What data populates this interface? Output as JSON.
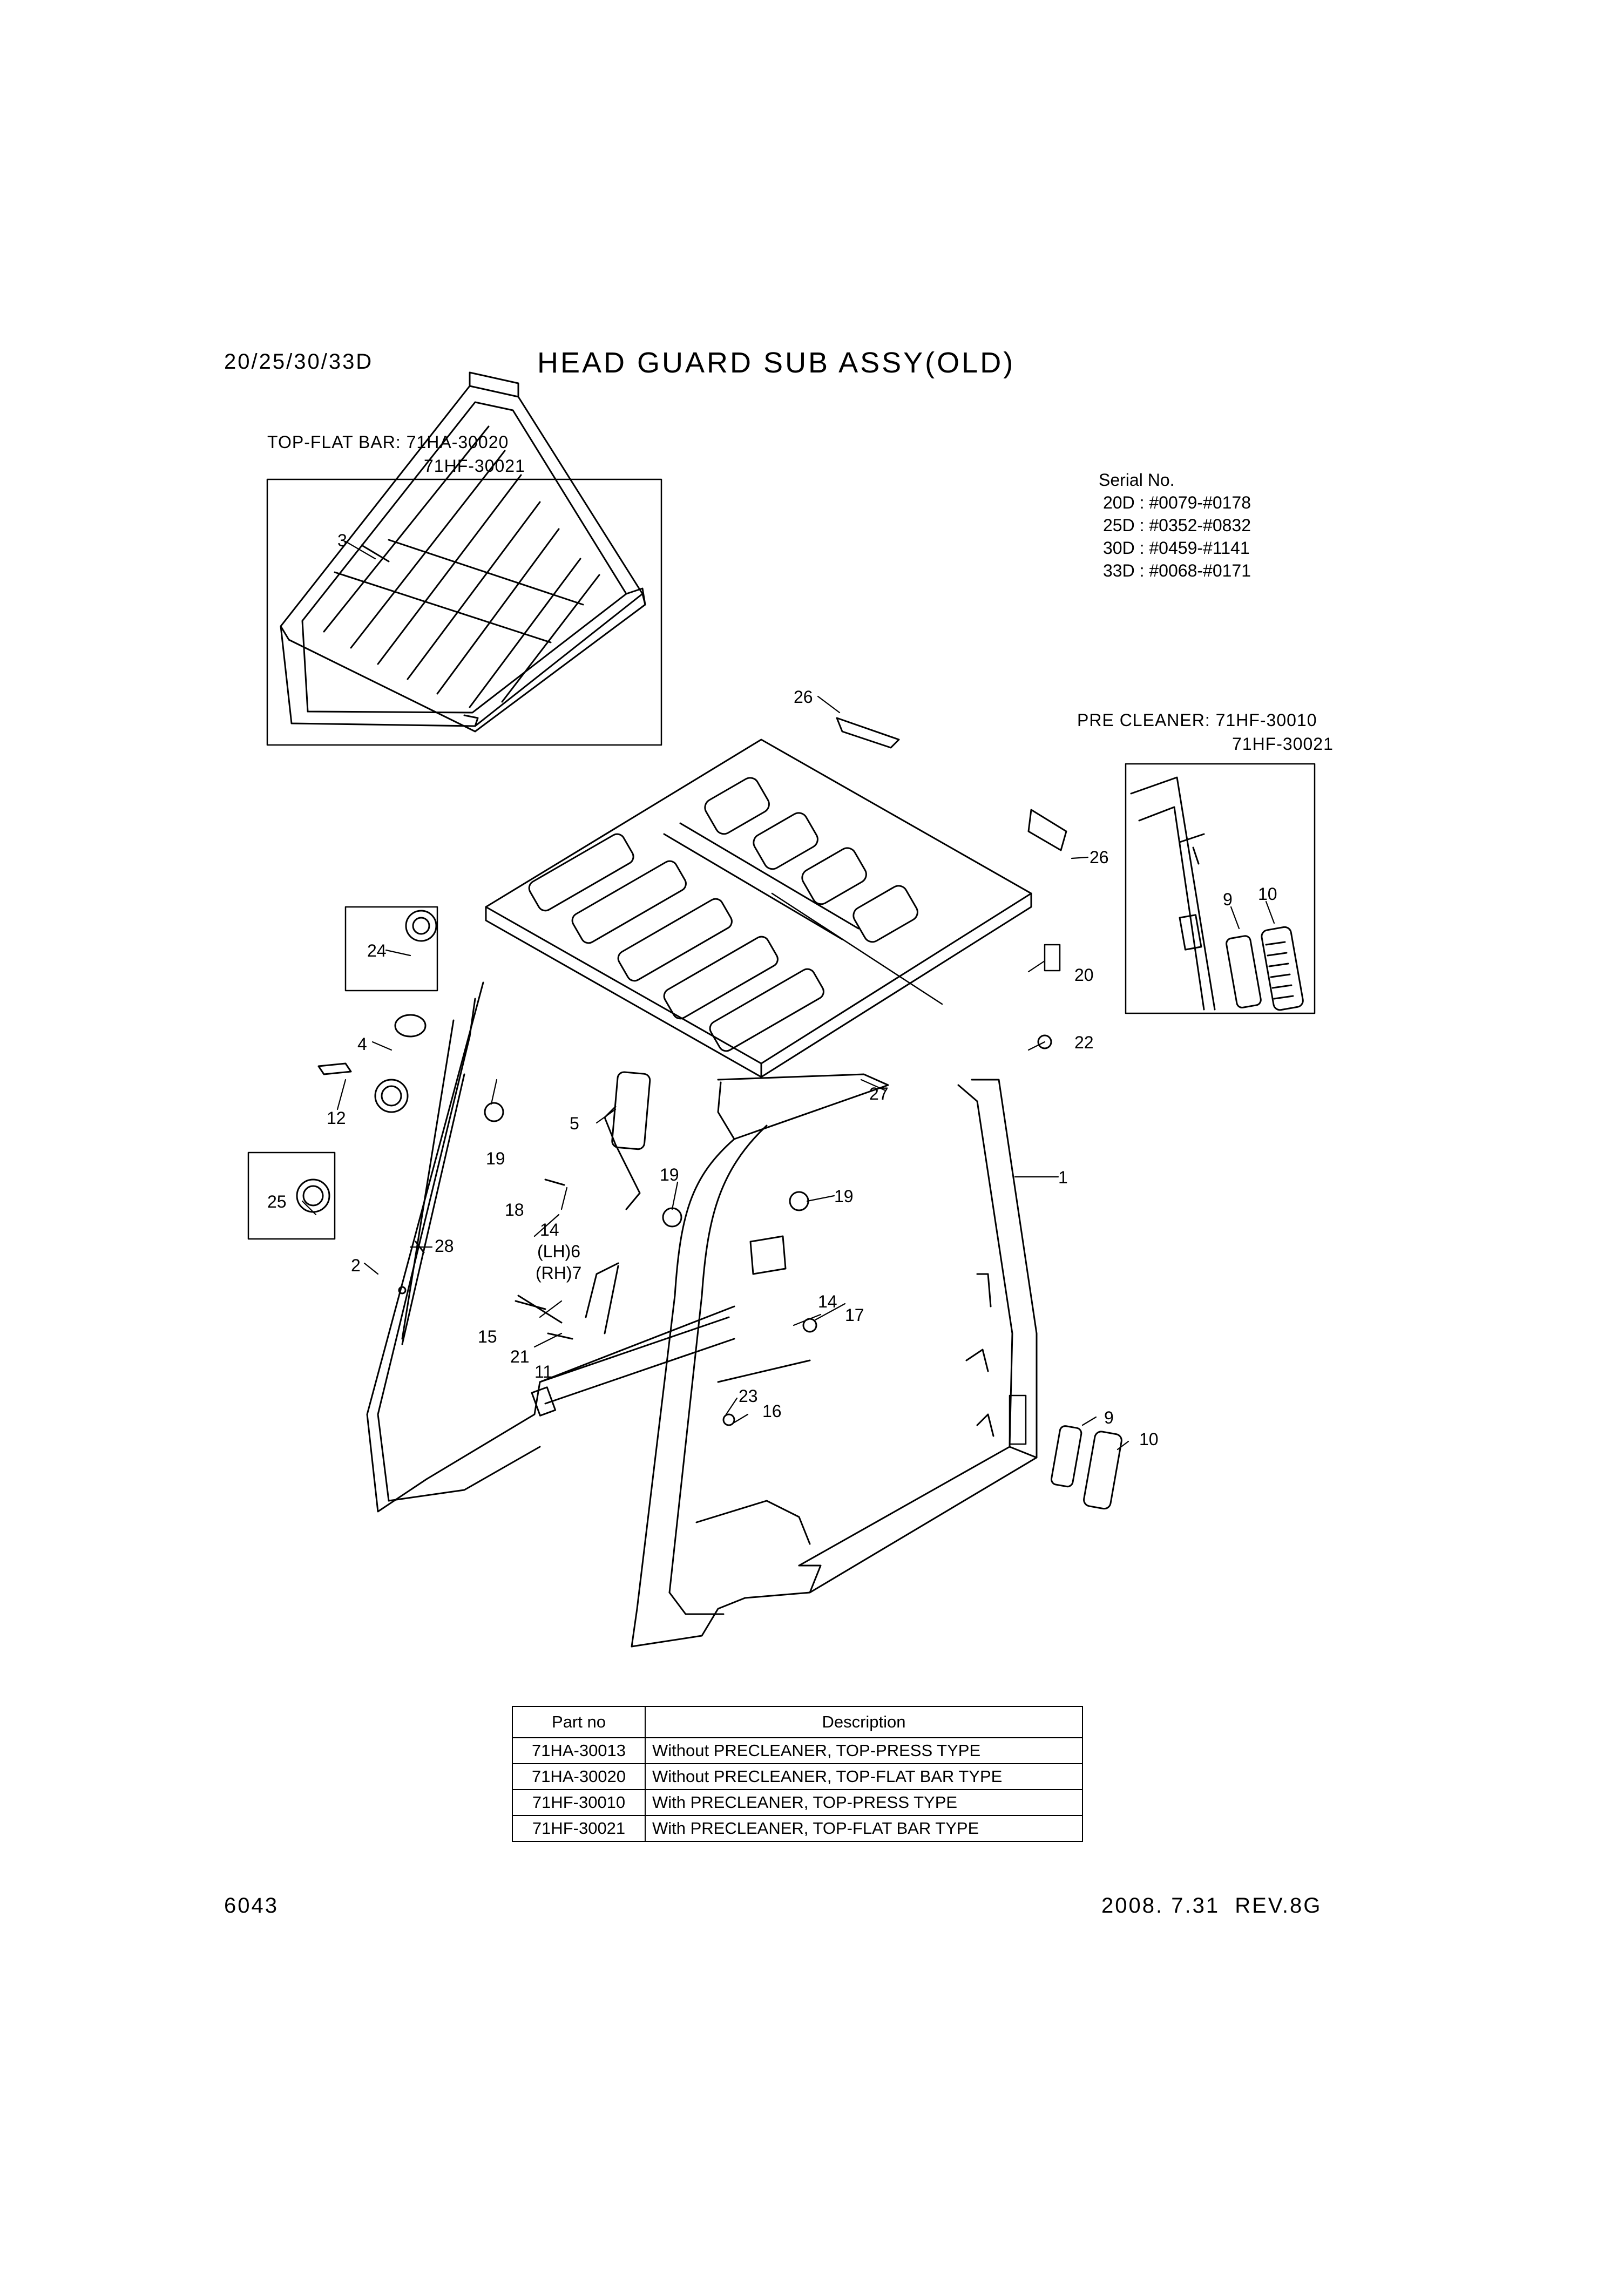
{
  "header": {
    "model": "20/25/30/33D",
    "title": "HEAD GUARD SUB ASSY(OLD)"
  },
  "top_flat_bar": {
    "line1": "TOP-FLAT BAR: 71HA-30020",
    "line2": "71HF-30021"
  },
  "serial": {
    "heading": "Serial No.",
    "rows": [
      "20D : #0079-#0178",
      "25D : #0352-#0832",
      "30D : #0459-#1141",
      "33D : #0068-#0171"
    ]
  },
  "pre_cleaner": {
    "line1": "PRE CLEANER: 71HF-30010",
    "line2": "71HF-30021"
  },
  "callouts": {
    "c1": "1",
    "c2": "2",
    "c3": "3",
    "c4": "4",
    "c5": "5",
    "c6": "(LH)6",
    "c7": "(RH)7",
    "c9a": "9",
    "c9b": "9",
    "c10a": "10",
    "c10b": "10",
    "c11": "11",
    "c12": "12",
    "c14a": "14",
    "c14b": "14",
    "c15": "15",
    "c16": "16",
    "c17": "17",
    "c18": "18",
    "c19a": "19",
    "c19b": "19",
    "c19c": "19",
    "c20": "20",
    "c21": "21",
    "c22": "22",
    "c23": "23",
    "c24": "24",
    "c25": "25",
    "c26a": "26",
    "c26b": "26",
    "c27": "27",
    "c28": "28"
  },
  "parts_table": {
    "headers": [
      "Part no",
      "Description"
    ],
    "rows": [
      [
        "71HA-30013",
        "Without PRECLEANER, TOP-PRESS TYPE"
      ],
      [
        "71HA-30020",
        "Without PRECLEANER, TOP-FLAT BAR TYPE"
      ],
      [
        "71HF-30010",
        "With PRECLEANER, TOP-PRESS TYPE"
      ],
      [
        "71HF-30021",
        "With PRECLEANER, TOP-FLAT BAR TYPE"
      ]
    ]
  },
  "footer": {
    "page_number": "6043",
    "revision": "2008. 7.31  REV.8G"
  }
}
